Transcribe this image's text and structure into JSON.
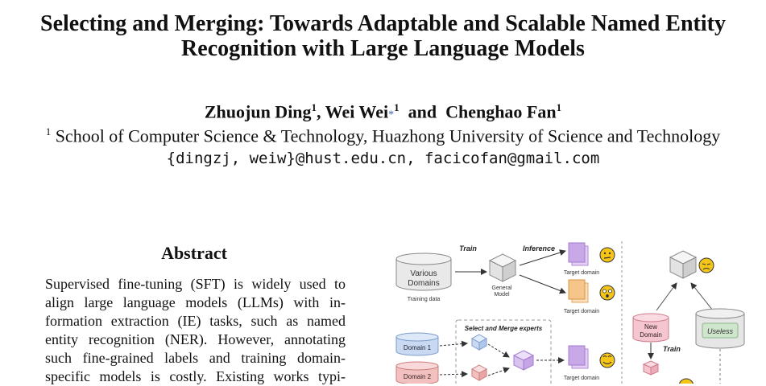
{
  "paper": {
    "title_line1": "Selecting and Merging: Towards Adaptable and Scalable Named Entity",
    "title_line2": "Recognition with Large Language Models",
    "authors": [
      {
        "name": "Zhuojun Ding",
        "aff": "1",
        "sep": ", "
      },
      {
        "name": "Wei Wei",
        "aff": "1",
        "star": "*",
        "sep": "  and  "
      },
      {
        "name": "Chenghao Fan",
        "aff": "1",
        "sep": ""
      }
    ],
    "affiliation_mark": "1",
    "affiliation": "School of Computer Science & Technology, Huazhong University of Science and Technology",
    "emails": "{dingzj, weiw}@hust.edu.cn, facicofan@gmail.com"
  },
  "abstract": {
    "heading": "Abstract",
    "lines": [
      "Supervised fine-tuning (SFT) is widely used to",
      "align large language models (LLMs) with in-",
      "formation extraction (IE) tasks, such as named",
      "entity recognition (NER). However, annotating",
      "such fine-grained labels and training domain-",
      "specific models is costly. Existing works typi-"
    ]
  },
  "figure": {
    "train": "Train",
    "inference": "Inference",
    "various_domains_1": "Various",
    "various_domains_2": "Domains",
    "training_data": "Training data",
    "general_model_1": "General",
    "general_model_2": "Model",
    "target_domain_1": "Target domain",
    "target_domain_2": "Target domain",
    "target_domain_3": "Target domain",
    "select_merge": "Select and Merge experts",
    "domain1": "Domain 1",
    "domain2": "Domain 2",
    "new_domain_1": "New",
    "new_domain_2": "Domain",
    "train_right": "Train",
    "useless": "Useless",
    "colors": {
      "purple": "#c9a8e8",
      "orange": "#f6c58a",
      "blue": "#c9d9f2",
      "red": "#f3c0c0",
      "pink": "#f6c6cf",
      "green": "#cfe6cc",
      "emoji": "#f5c518"
    }
  }
}
